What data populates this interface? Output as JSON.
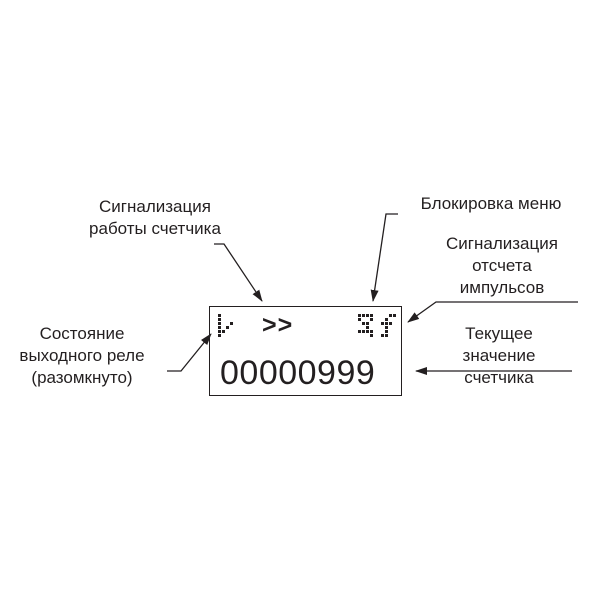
{
  "labels": {
    "operation_signal": [
      "Сигнализация",
      "работы счетчика"
    ],
    "menu_lock": [
      "Блокировка меню"
    ],
    "pulse_signal": [
      "Сигнализация",
      "отсчета",
      "импульсов"
    ],
    "relay_state": [
      "Состояние",
      "выходного реле",
      "(разомкнуто)"
    ],
    "current_value": [
      "Текущее",
      "значение",
      "счетчика"
    ]
  },
  "display": {
    "run_arrows": ">>",
    "counter_value": "00000999"
  },
  "icons": {
    "relay": "relay-open-pixel-icon",
    "lock": "menu-lock-pixel-icon",
    "pulse": "pulse-count-pixel-icon"
  },
  "colors": {
    "ink": "#231f20",
    "background": "#ffffff"
  }
}
